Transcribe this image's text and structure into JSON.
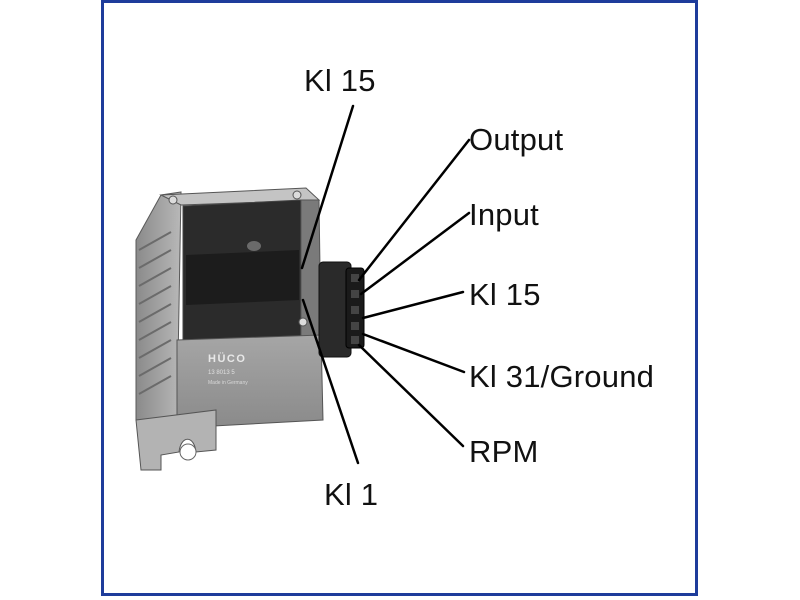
{
  "pins": {
    "kl15_top": "Kl 15",
    "output": "Output",
    "input": "Input",
    "kl15_right": "Kl 15",
    "kl31_ground": "Kl 31/Ground",
    "rpm": "RPM",
    "kl1": "Kl 1"
  },
  "device": {
    "brand": "HÜCO",
    "part_number": "13 8013 5",
    "origin": "Made in Germany"
  },
  "colors": {
    "frame_border": "#1e3c9b",
    "text": "#111111",
    "device_body": "#9a9a9a"
  }
}
